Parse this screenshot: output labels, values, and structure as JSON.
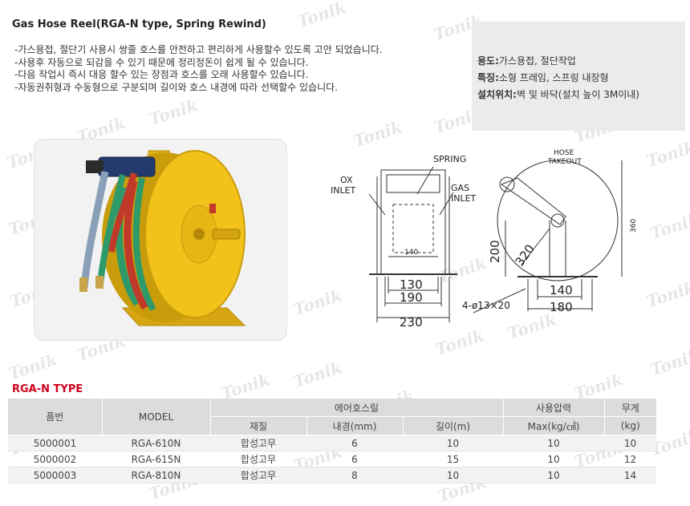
{
  "header": {
    "title": "Gas Hose Reel(RGA-N type, Spring Rewind)"
  },
  "description": [
    "-가스용접, 절단기 사용시 쌍줄 호스를 안전하고 편리하게 사용할수 있도록 고안 되었습니다.",
    "-사용후 자동으로 되감을 수 있기 때문에 정리정돈이 쉽게 될 수 있습니다.",
    "-다음 작업시 즉시 대응 할수 있는 장점과 호스를 오래 사용할수 있습니다.",
    "-자동권취형과 수동형으로 구분되며 길이와 호스 내경에 따라 선택할수 있습니다."
  ],
  "info": {
    "usage_label": "용도:",
    "usage_value": "가스용접, 절단작업",
    "feature_label": "특징:",
    "feature_value": "소형 프레임, 스프링 내장형",
    "install_label": "설치위치:",
    "install_value": "벽 및 바닥(설치 높이 3M이내)"
  },
  "diagram": {
    "spring": "SPRING",
    "ox_inlet_1": "OX",
    "ox_inlet_2": "INLET",
    "gas_inlet_1": "GAS",
    "gas_inlet_2": "INLET",
    "hose_takeout_1": "HOSE",
    "hose_takeout_2": "TAKEOUT",
    "dim_140_inner": "140",
    "dim_130": "130",
    "dim_190": "190",
    "dim_230": "230",
    "dim_200": "200",
    "dim_320": "320",
    "dim_360": "360",
    "dim_140_base": "140",
    "dim_180": "180",
    "holes": "4-ø13×20"
  },
  "watermark": "Tonik",
  "table": {
    "title": "RGA-N TYPE",
    "headers": {
      "part_no": "품번",
      "model": "MODEL",
      "air_hose": "에어호스릴",
      "pressure": "사용압력",
      "weight": "무게",
      "material": "재질",
      "inner_dia": "내경(mm)",
      "length": "길이(m)",
      "pressure_unit": "Max(kg/㎠)",
      "weight_unit": "(kg)"
    },
    "rows": [
      {
        "part_no": "5000001",
        "model": "RGA-610N",
        "material": "합성고무",
        "inner_dia": "6",
        "length": "10",
        "pressure": "10",
        "weight": "10"
      },
      {
        "part_no": "5000002",
        "model": "RGA-615N",
        "material": "합성고무",
        "inner_dia": "6",
        "length": "15",
        "pressure": "10",
        "weight": "12"
      },
      {
        "part_no": "5000003",
        "model": "RGA-810N",
        "material": "합성고무",
        "inner_dia": "8",
        "length": "10",
        "pressure": "10",
        "weight": "14"
      }
    ]
  },
  "colors": {
    "reel_yellow": "#f2c21b",
    "accent_red": "#d0021b",
    "hose_red": "#c0392b",
    "hose_green": "#2e9a6a"
  }
}
